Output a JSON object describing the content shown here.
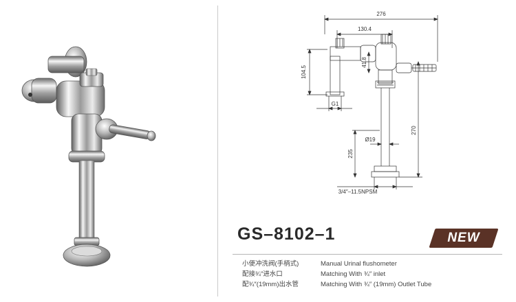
{
  "product": {
    "model": "GS–8102–1",
    "badge": "NEW"
  },
  "drawing": {
    "dims": {
      "total_width": "276",
      "inlet_offset": "130.4",
      "inlet_height": "104.5",
      "valve_height": "41.8",
      "inlet_thread": "G1",
      "tube_length": "235",
      "overall_height": "270",
      "tube_diameter": "Ø19",
      "outlet_thread": "3/4″–11.5NPSM"
    }
  },
  "specs": {
    "cn": [
      "小便冲洗阀(手柄式)",
      "配接¾″进水口",
      "配¾″(19mm)出水管"
    ],
    "en": [
      "Manual Urinal flushometer",
      "Matching With ¾″ inlet",
      "Matching With ¾″ (19mm) Outlet Tube"
    ]
  },
  "colors": {
    "badge_bg": "#5a3226",
    "chrome_light": "#f4f4f4",
    "chrome_dark": "#6d6d6d"
  }
}
